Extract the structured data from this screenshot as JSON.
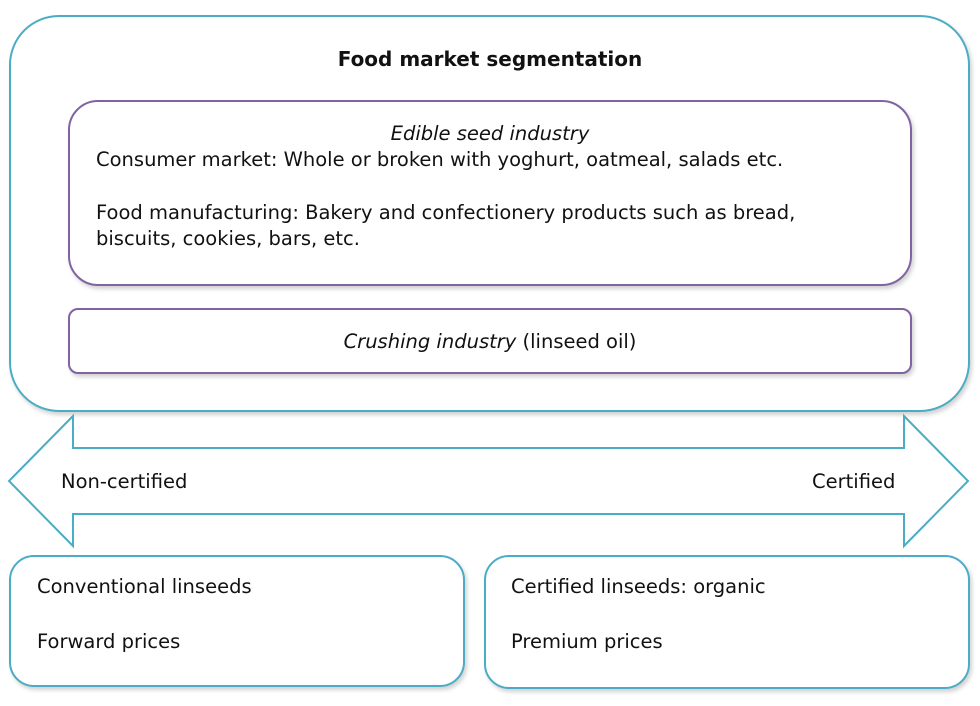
{
  "title": "Food market segmentation",
  "edible": {
    "heading": "Edible seed industry",
    "consumer": "Consumer market: Whole or broken with yoghurt, oatmeal, salads etc.",
    "manufacturing_line1": "Food manufacturing: Bakery and confectionery products such as bread,",
    "manufacturing_line2": "biscuits, cookies, bars, etc."
  },
  "crushing": {
    "name": "Crushing industry",
    "detail": " (linseed oil)"
  },
  "arrow": {
    "left_label": "Non-certified",
    "right_label": "Certified",
    "color": "#4bacc6"
  },
  "bottom_left": {
    "line1": "Conventional linseeds",
    "line2": "Forward prices"
  },
  "bottom_right": {
    "line1": "Certified linseeds: organic",
    "line2": "Premium prices"
  }
}
